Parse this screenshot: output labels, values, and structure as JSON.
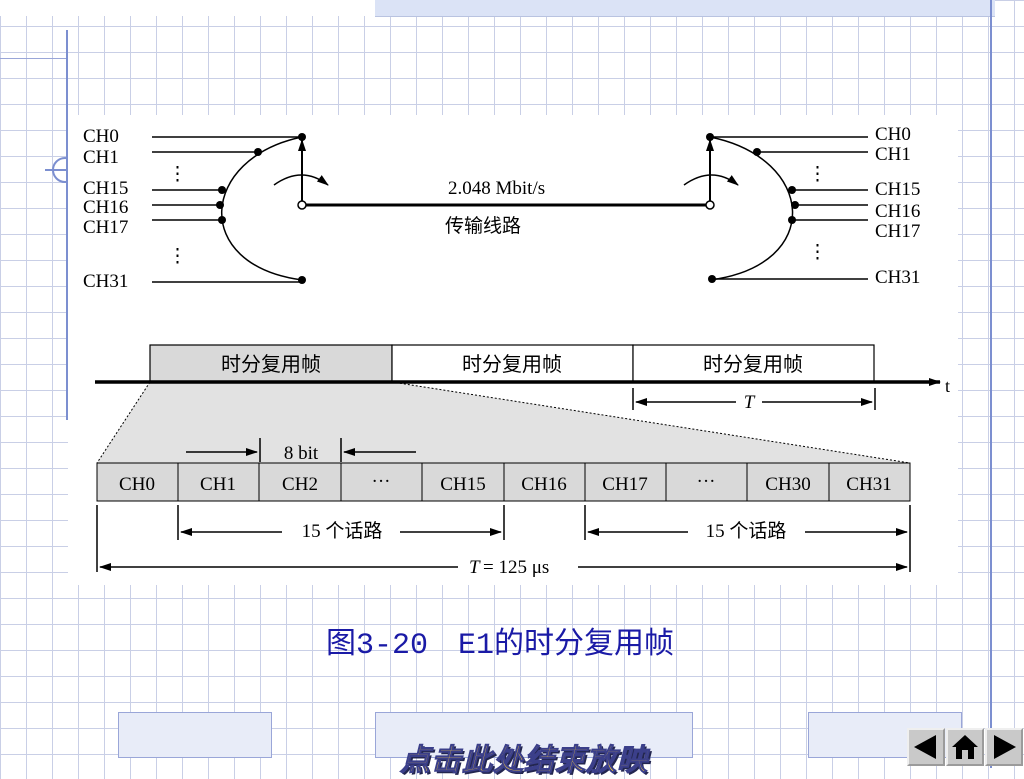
{
  "diagram": {
    "left_channels": [
      "CH0",
      "CH1",
      "CH15",
      "CH16",
      "CH17",
      "CH31"
    ],
    "right_channels": [
      "CH0",
      "CH1",
      "CH15",
      "CH16",
      "CH17",
      "CH31"
    ],
    "ellipsis": "⋮",
    "link_rate": "2.048 Mbit/s",
    "link_name": "传输线路",
    "frame_label": "时分复用帧",
    "time_axis": "t",
    "period_symbol": "T",
    "bit_label": "8 bit",
    "slots": [
      "CH0",
      "CH1",
      "CH2",
      "···",
      "CH15",
      "CH16",
      "CH17",
      "···",
      "CH30",
      "CH31"
    ],
    "group1": "15 个话路",
    "group2": "15 个话路",
    "period_eq": "= 125 μs"
  },
  "caption": {
    "figure_no": "图3-20",
    "title": "E1的时分复用帧"
  },
  "footer": {
    "end_show": "点击此处结束放映",
    "prev_icon": "triangle-left",
    "home_icon": "house",
    "next_icon": "triangle-right"
  },
  "colors": {
    "accent": "#1a1aa6",
    "button": "#c9c9c9",
    "link": "#ffd33c"
  }
}
